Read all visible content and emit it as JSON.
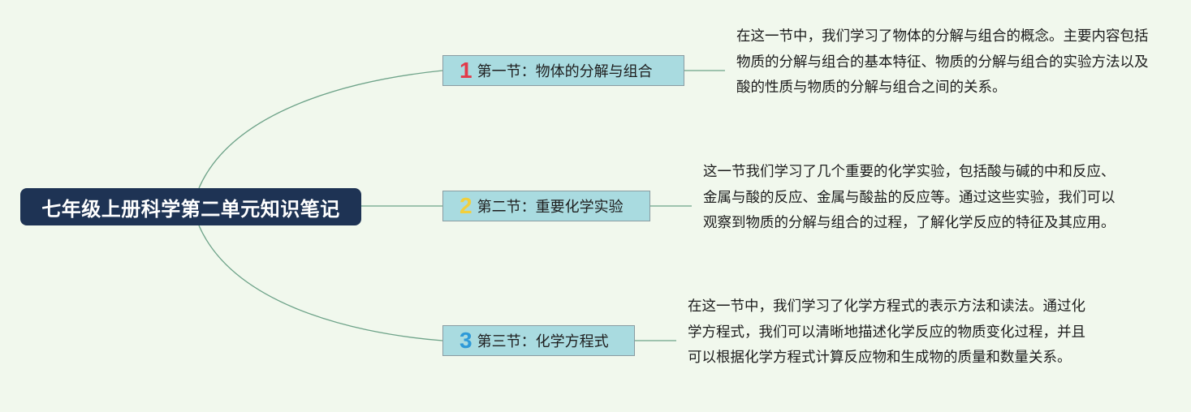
{
  "root": {
    "title": "七年级上册科学第二单元知识笔记"
  },
  "branches": [
    {
      "number": "1",
      "number_color": "#e23a4a",
      "label": "第一节：物体的分解与组合",
      "description": "在这一节中，我们学习了物体的分解与组合的概念。主要内容包括物质的分解与组合的基本特征、物质的分解与组合的实验方法以及酸的性质与物质的分解与组合之间的关系。"
    },
    {
      "number": "2",
      "number_color": "#f2cf3c",
      "label": "第二节：重要化学实验",
      "description": "这一节我们学习了几个重要的化学实验，包括酸与碱的中和反应、金属与酸的反应、金属与酸盐的反应等。通过这些实验，我们可以观察到物质的分解与组合的过程，了解化学反应的特征及其应用。"
    },
    {
      "number": "3",
      "number_color": "#2f9ad8",
      "label": "第三节：化学方程式",
      "description": "在这一节中，我们学习了化学方程式的表示方法和读法。通过化学方程式，我们可以清晰地描述化学反应的物质变化过程，并且可以根据化学方程式计算反应物和生成物的质量和数量关系。"
    }
  ],
  "colors": {
    "background": "#f1f8ed",
    "root_fill": "#1e3354",
    "branch_fill": "#a9dbe0",
    "connector": "#6ea389"
  }
}
